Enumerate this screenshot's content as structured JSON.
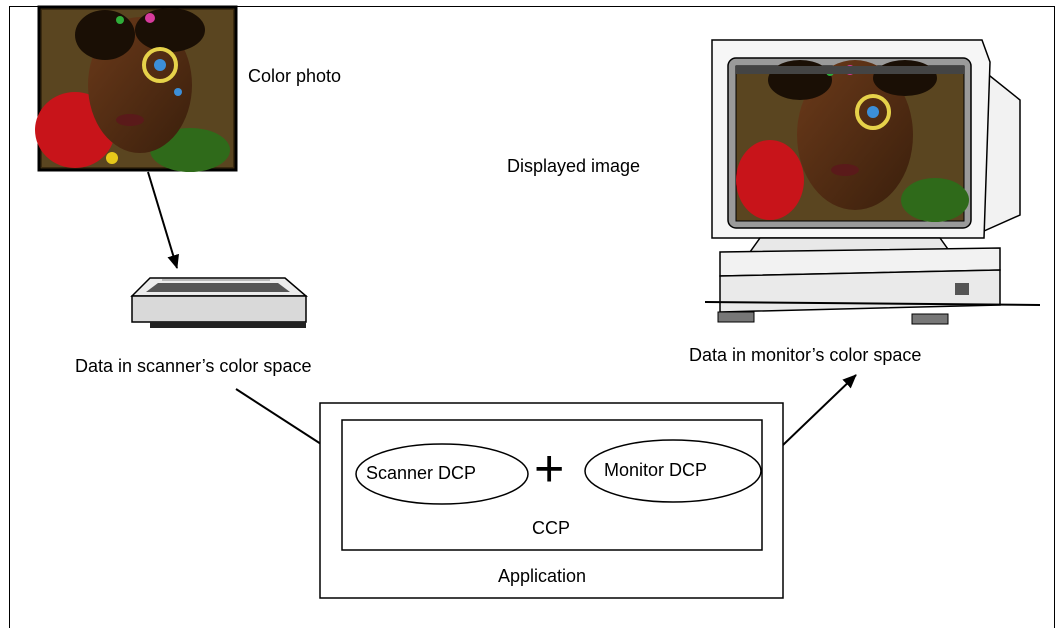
{
  "labels": {
    "color_photo": "Color photo",
    "displayed_image": "Displayed image",
    "scanner_space": "Data in scanner’s color space",
    "monitor_space": "Data in monitor’s color space",
    "scanner_dcp": "Scanner DCP",
    "plus": "+",
    "monitor_dcp": "Monitor DCP",
    "ccp": "CCP",
    "application": "Application"
  }
}
